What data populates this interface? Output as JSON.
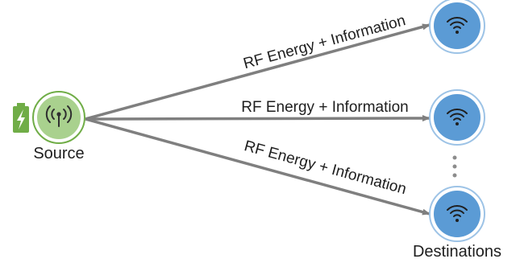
{
  "source": {
    "label": "Source"
  },
  "links": [
    {
      "label": "RF Energy + Information"
    },
    {
      "label": "RF Energy + Information"
    },
    {
      "label": "RF Energy + Information"
    }
  ],
  "destinations": {
    "label": "Destinations",
    "count_shown": 3
  },
  "icons": {
    "source": "antenna-broadcast-icon",
    "battery": "battery-charging-icon",
    "destination": "wifi-icon",
    "ellipsis": "vertical-ellipsis"
  },
  "colors": {
    "source_fill": "#a9d18e",
    "source_ring": "#70ad47",
    "destination_fill": "#5b9bd5",
    "destination_ring": "#9dc3e6",
    "battery": "#70ad47",
    "arrow": "#7f7f7f",
    "ellipsis": "#8c8c8c"
  }
}
